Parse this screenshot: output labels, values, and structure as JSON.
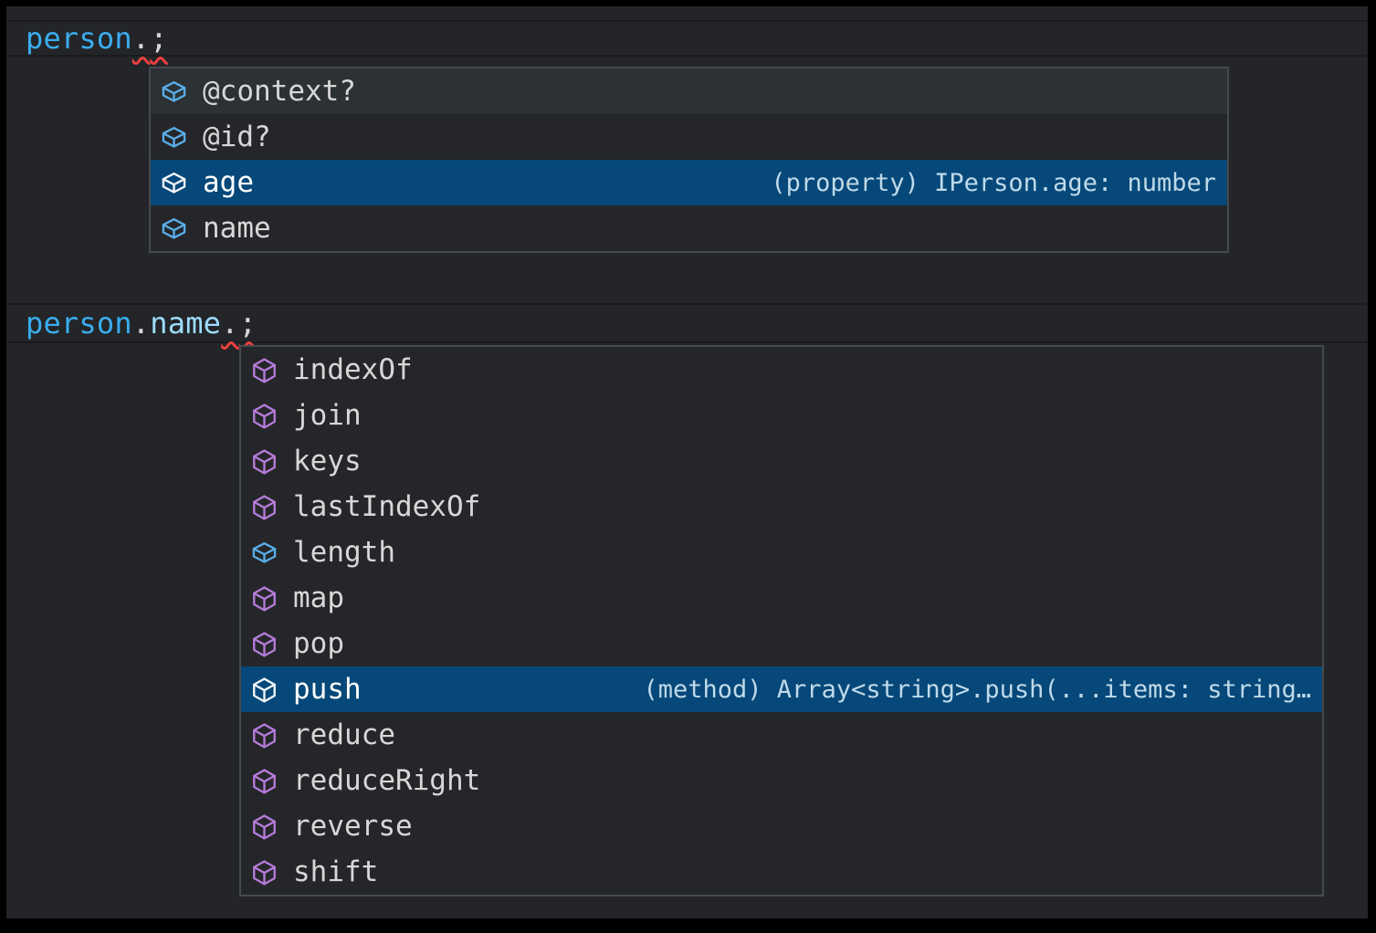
{
  "window": {
    "type": "code-editor-with-intellisense"
  },
  "colors": {
    "frame_bg": "#000000",
    "editor_bg": "#232528",
    "widget_bg": "#252629",
    "widget_border": "#46494d",
    "row_hover_bg": "#2c3134",
    "selection_bg": "#064879",
    "line_border": "#1a1b1d",
    "item_text": "#d7d7d7",
    "item_text_selected": "#ffffff",
    "detail_text": "#bfdaea",
    "icon_field": "#59aee8",
    "icon_method": "#b57bd9",
    "icon_selected": "#f2f6f9",
    "squiggle": "#f0403e",
    "code_variable": "#3aadee",
    "code_property": "#9cdcfe",
    "code_punctuation": "#d8d8d8"
  },
  "sections": [
    {
      "code": {
        "tokens": [
          {
            "text": "person",
            "color": "#3aadee"
          },
          {
            "text": ".",
            "color": "#d8d8d8",
            "squiggle": true
          },
          {
            "text": ";",
            "color": "#d8d8d8",
            "squiggle": true
          }
        ]
      },
      "widget": {
        "items": [
          {
            "label": "@context?",
            "kind": "field",
            "state": "hover"
          },
          {
            "label": "@id?",
            "kind": "field"
          },
          {
            "label": "age",
            "kind": "field",
            "state": "selected",
            "detail": "(property) IPerson.age: number"
          },
          {
            "label": "name",
            "kind": "field"
          }
        ]
      }
    },
    {
      "code": {
        "tokens": [
          {
            "text": "person",
            "color": "#3aadee"
          },
          {
            "text": ".",
            "color": "#d8d8d8"
          },
          {
            "text": "name",
            "color": "#9cdcfe"
          },
          {
            "text": ".",
            "color": "#d8d8d8",
            "squiggle": true
          },
          {
            "text": ";",
            "color": "#d8d8d8",
            "squiggle": true
          }
        ]
      },
      "widget": {
        "items": [
          {
            "label": "indexOf",
            "kind": "method"
          },
          {
            "label": "join",
            "kind": "method"
          },
          {
            "label": "keys",
            "kind": "method"
          },
          {
            "label": "lastIndexOf",
            "kind": "method"
          },
          {
            "label": "length",
            "kind": "field"
          },
          {
            "label": "map",
            "kind": "method"
          },
          {
            "label": "pop",
            "kind": "method"
          },
          {
            "label": "push",
            "kind": "method",
            "state": "selected",
            "detail": "(method) Array<string>.push(...items: string…"
          },
          {
            "label": "reduce",
            "kind": "method"
          },
          {
            "label": "reduceRight",
            "kind": "method"
          },
          {
            "label": "reverse",
            "kind": "method"
          },
          {
            "label": "shift",
            "kind": "method"
          }
        ]
      }
    }
  ]
}
